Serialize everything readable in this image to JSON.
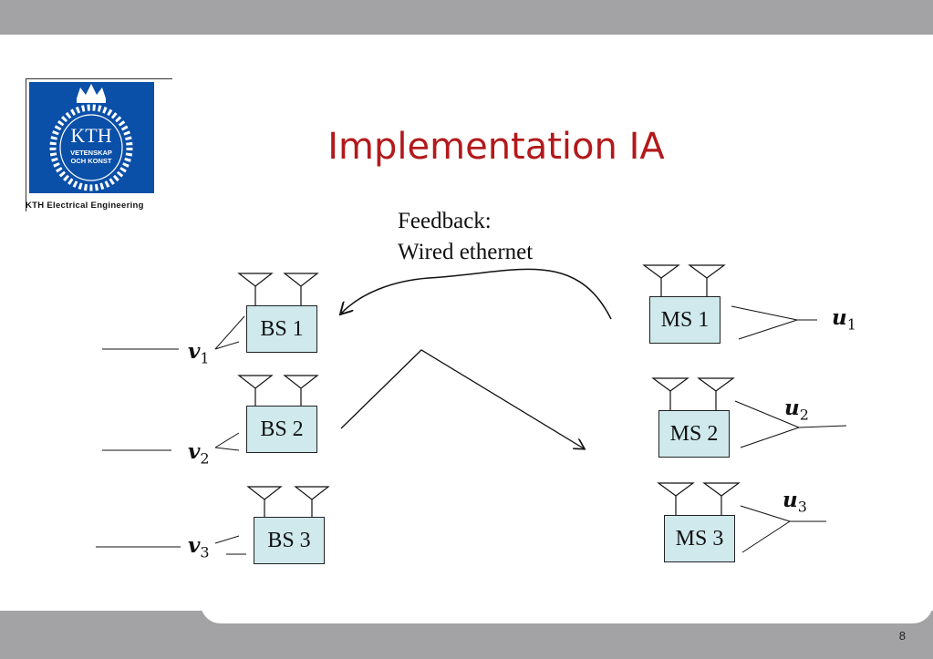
{
  "title": "Implementation IA",
  "logo": {
    "name": "KTH",
    "line1": "VETENSKAP",
    "line2": "OCH KONST",
    "caption": "KTH Electrical Engineering"
  },
  "feedback": {
    "line1": "Feedback:",
    "line2": "Wired ethernet"
  },
  "base_stations": [
    {
      "label": "BS 1",
      "signal": "v",
      "index": "1"
    },
    {
      "label": "BS 2",
      "signal": "v",
      "index": "2"
    },
    {
      "label": "BS 3",
      "signal": "v",
      "index": "3"
    }
  ],
  "mobile_stations": [
    {
      "label": "MS 1",
      "signal": "u",
      "index": "1"
    },
    {
      "label": "MS 2",
      "signal": "u",
      "index": "2"
    },
    {
      "label": "MS 3",
      "signal": "u",
      "index": "3"
    }
  ],
  "page_number": "8",
  "colors": {
    "title": "#b3191b",
    "node_fill": "#cfe9ec",
    "logo_blue": "#0a4fa8",
    "frame_gray": "#a3a3a6"
  }
}
